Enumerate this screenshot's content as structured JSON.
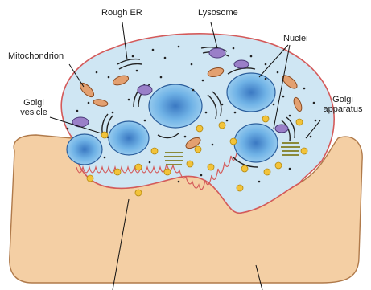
{
  "labels": {
    "rough_er": "Rough ER",
    "lysosome": "Lysosome",
    "nuclei": "Nuclei",
    "mitochondrion": "Mitochondrion",
    "golgi_vesicle_1": "Golgi",
    "golgi_vesicle_2": "vesicle",
    "golgi_apparatus_1": "Golgi",
    "golgi_apparatus_2": "apparatus"
  },
  "colors": {
    "cytoplasm": "#cfe6f3",
    "membrane": "#d45a5a",
    "bone": "#f4cfa4",
    "bone_edge": "#b07a4a",
    "nucleus": "#4a96d8",
    "mitochondrion": "#e3a070",
    "lysosome": "#9a7fc8",
    "vesicle": "#f2c33a",
    "golgi": "#8a8a3a"
  }
}
